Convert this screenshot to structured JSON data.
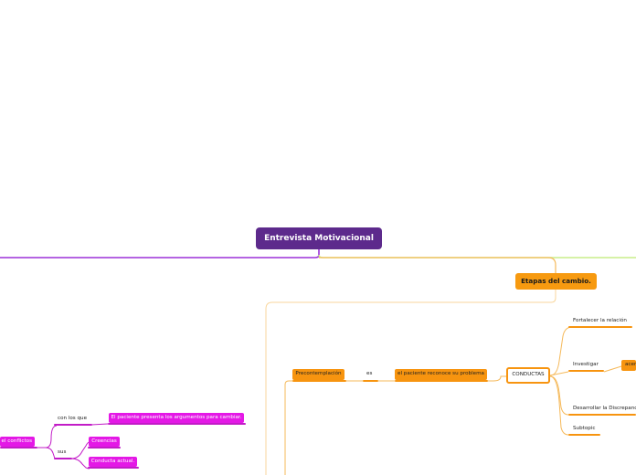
{
  "central": "Entrevista Motivacional",
  "etapas": "Etapas del cambio.",
  "precontemplacion": "Precontemplación",
  "es": "es",
  "reconoce": "el paciente reconoce su problema",
  "conductas": "CONDUCTAS",
  "fortalecer": "Fortalecer la relación",
  "investigar": "Investigar",
  "investigar_child": "acer",
  "desarrollar": "Desarrollar la Discrepancia",
  "subtopic": "Subtopic",
  "conflictos": "el conflictos",
  "con_los_que": "con los que",
  "argumentos": "El paciente presenta los argumentos para cambiar.",
  "sus": "sus",
  "creencias": "Creencias",
  "conducta_actual": "Conducta actual.",
  "colors": {
    "central": "#5d2a8c",
    "orange": "#f7940f",
    "magenta": "#e418e6",
    "purple_branch": "#9b30d9",
    "green_branch": "#c9ee8a",
    "orange_line": "#f5b95a"
  }
}
